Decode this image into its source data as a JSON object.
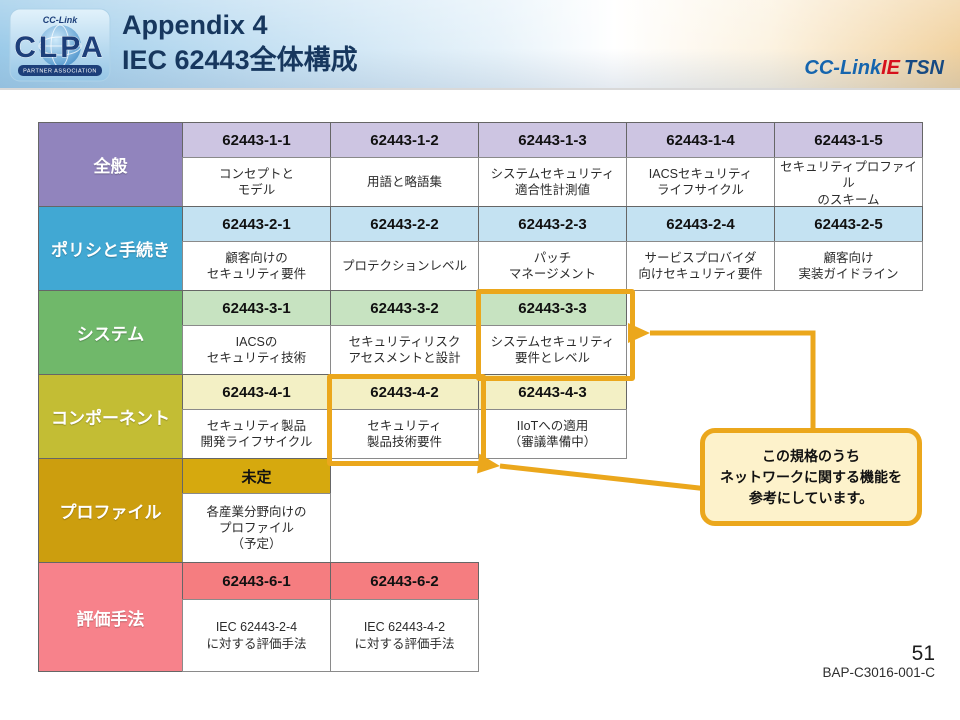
{
  "header": {
    "title_line1": "Appendix 4",
    "title_line2": "IEC 62443全体構成",
    "clpa_logo": {
      "arc_top": "CC-Link",
      "letters": "CLPA",
      "ribbon": "PARTNER ASSOCIATION"
    },
    "cclink_logo": {
      "part1": "CC-Link",
      "part2": "IE",
      "part3": "TSN"
    }
  },
  "table": {
    "rows": [
      {
        "label": "全般",
        "cells": [
          {
            "id": "62443-1-1",
            "desc": "コンセプトと\nモデル"
          },
          {
            "id": "62443-1-2",
            "desc": "用語と略語集"
          },
          {
            "id": "62443-1-3",
            "desc": "システムセキュリティ\n適合性計測値"
          },
          {
            "id": "62443-1-4",
            "desc": "IACSセキュリティ\nライフサイクル"
          },
          {
            "id": "62443-1-5",
            "desc": "セキュリティプロファイル\nのスキーム"
          }
        ]
      },
      {
        "label": "ポリシと手続き",
        "cells": [
          {
            "id": "62443-2-1",
            "desc": "顧客向けの\nセキュリティ要件"
          },
          {
            "id": "62443-2-2",
            "desc": "プロテクションレベル"
          },
          {
            "id": "62443-2-3",
            "desc": "パッチ\nマネージメント"
          },
          {
            "id": "62443-2-4",
            "desc": "サービスプロバイダ\n向けセキュリティ要件"
          },
          {
            "id": "62443-2-5",
            "desc": "顧客向け\n実装ガイドライン"
          }
        ]
      },
      {
        "label": "システム",
        "cells": [
          {
            "id": "62443-3-1",
            "desc": "IACSの\nセキュリティ技術"
          },
          {
            "id": "62443-3-2",
            "desc": "セキュリティリスク\nアセスメントと設計"
          },
          {
            "id": "62443-3-3",
            "desc": "システムセキュリティ\n要件とレベル"
          }
        ]
      },
      {
        "label": "コンポーネント",
        "cells": [
          {
            "id": "62443-4-1",
            "desc": "セキュリティ製品\n開発ライフサイクル"
          },
          {
            "id": "62443-4-2",
            "desc": "セキュリティ\n製品技術要件"
          },
          {
            "id": "62443-4-3",
            "desc": "IIoTへの適用\n（審議準備中）"
          }
        ]
      },
      {
        "label": "プロファイル",
        "cells": [
          {
            "id": "未定",
            "desc": "各産業分野向けの\nプロファイル\n（予定）"
          }
        ]
      },
      {
        "label": "評価手法",
        "cells": [
          {
            "id": "62443-6-1",
            "desc": "IEC 62443-2-4\nに対する評価手法"
          },
          {
            "id": "62443-6-2",
            "desc": "IEC 62443-4-2\nに対する評価手法"
          }
        ]
      }
    ]
  },
  "callout": {
    "lines": [
      "この規格のうち",
      "ネットワークに関する機能を",
      "参考にしています。"
    ]
  },
  "footer": {
    "page_number": "51",
    "doc_number": "BAP-C3016-001-C"
  },
  "colors": {
    "title_navy": "#17375e",
    "accent_gold": "#eba71c",
    "callout_fill": "#fdf2cb",
    "row_general": "#9184bd",
    "row_general_header": "#cdc5e2",
    "row_policy": "#41a8d3",
    "row_policy_header": "#c4e2f2",
    "row_system": "#70b86a",
    "row_system_header": "#c7e3c1",
    "row_component": "#c3bd34",
    "row_component_header": "#f3f0c5",
    "row_profile": "#cc9e0e",
    "row_profile_header": "#d6a90e",
    "row_eval": "#f7828b",
    "row_eval_header": "#f57d80"
  }
}
